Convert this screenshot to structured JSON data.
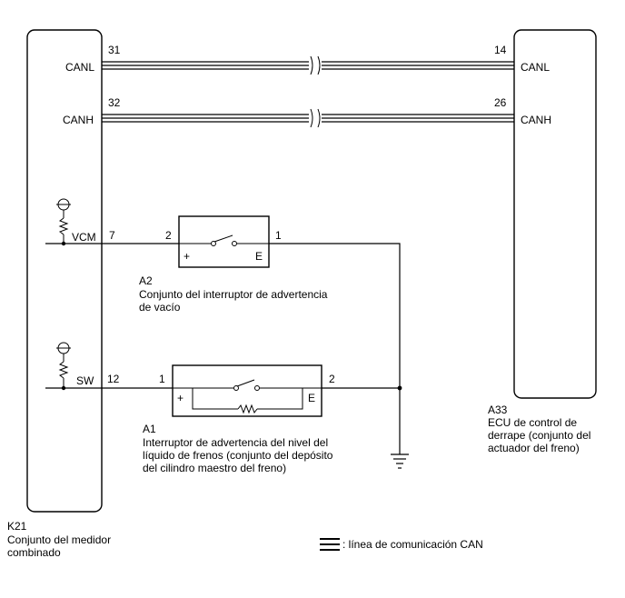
{
  "ecu_left": {
    "code": "K21",
    "name_lines": [
      "Conjunto del medidor",
      "combinado"
    ]
  },
  "ecu_right": {
    "code": "A33",
    "name_lines": [
      "ECU de control de",
      "derrape (conjunto del",
      "actuador del freno)"
    ]
  },
  "can_lines": [
    {
      "left_pin": "31",
      "left_label": "CANL",
      "right_pin": "14",
      "right_label": "CANL"
    },
    {
      "left_pin": "32",
      "left_label": "CANH",
      "right_pin": "26",
      "right_label": "CANH"
    }
  ],
  "circuits": [
    {
      "left_label": "VCM",
      "left_pin": "7",
      "component": {
        "code": "A2",
        "pin_in": "2",
        "pin_out": "1",
        "plus": "+",
        "minus": "E",
        "name_lines": [
          "Conjunto del interruptor de advertencia",
          "de vacío"
        ]
      }
    },
    {
      "left_label": "SW",
      "left_pin": "12",
      "component": {
        "code": "A1",
        "pin_in": "1",
        "pin_out": "2",
        "plus": "+",
        "minus": "E",
        "name_lines": [
          "Interruptor de advertencia del nivel del",
          "líquido de frenos (conjunto del depósito",
          "del cilindro maestro del freno)"
        ]
      }
    }
  ],
  "legend": {
    "symbol_name": "can-line-legend-icon",
    "text": ": línea de comunicación CAN"
  }
}
